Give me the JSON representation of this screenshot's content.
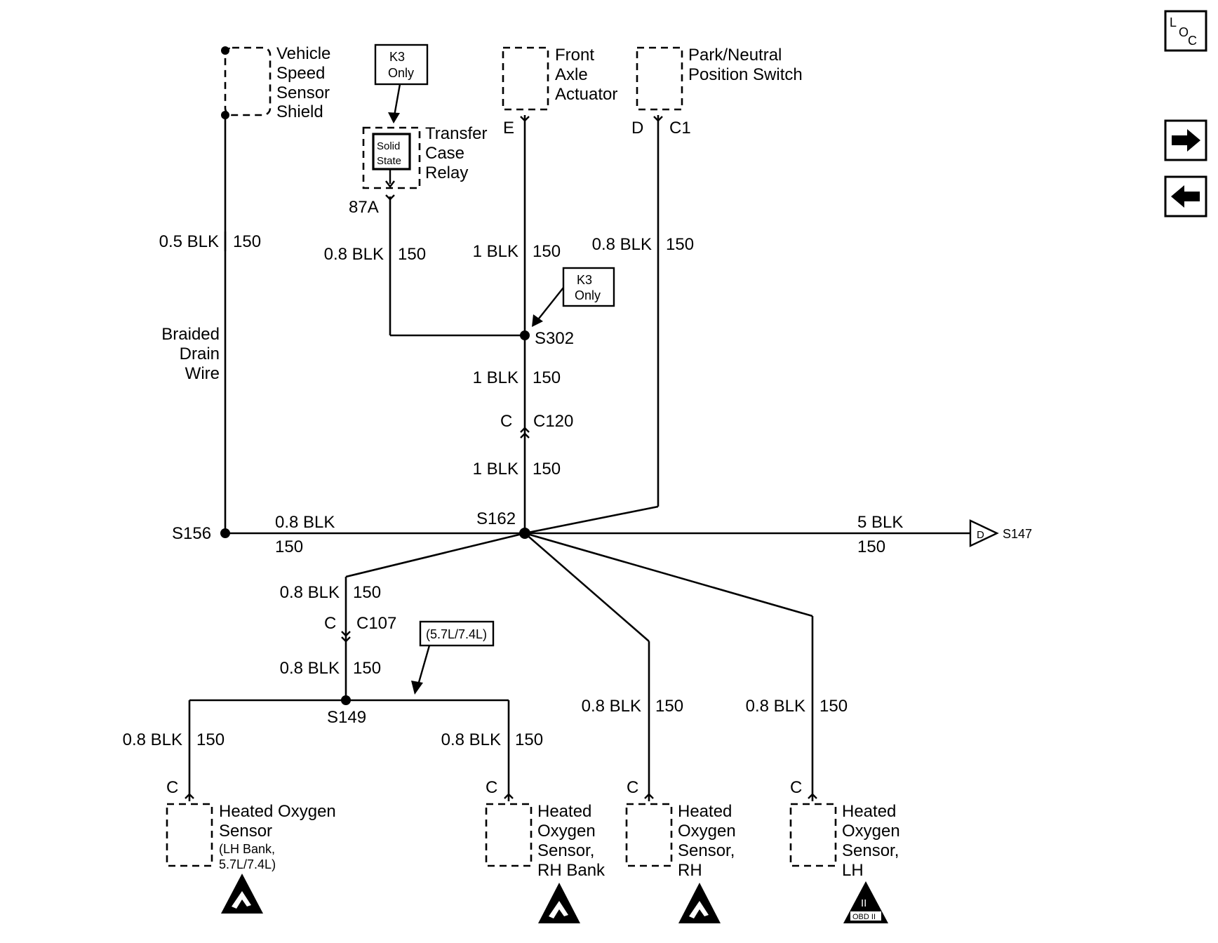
{
  "nav": {
    "loc_l": "L",
    "loc_o": "O",
    "loc_c": "C",
    "next_icon": "arrow-right-icon",
    "prev_icon": "arrow-left-icon"
  },
  "components": {
    "vss_shield": [
      "Vehicle",
      "Speed",
      "Sensor",
      "Shield"
    ],
    "transfer_case_relay": [
      "Transfer",
      "Case",
      "Relay"
    ],
    "solid_state": [
      "Solid",
      "State"
    ],
    "front_axle": [
      "Front",
      "Axle",
      "Actuator"
    ],
    "park_neutral": [
      "Park/Neutral",
      "Position Switch"
    ],
    "ho2s_lh_bank": [
      "Heated Oxygen",
      "Sensor",
      "(LH Bank,",
      "5.7L/7.4L)"
    ],
    "ho2s_rh_bank": [
      "Heated",
      "Oxygen",
      "Sensor,",
      "RH Bank"
    ],
    "ho2s_rh": [
      "Heated",
      "Oxygen",
      "Sensor,",
      "RH"
    ],
    "ho2s_lh": [
      "Heated",
      "Oxygen",
      "Sensor,",
      "LH"
    ],
    "drain_wire": [
      "Braided",
      "Drain",
      "Wire"
    ]
  },
  "notes": {
    "k3_only_1": [
      "K3",
      "Only"
    ],
    "k3_only_2": [
      "K3",
      "Only"
    ],
    "engine_note": "(5.7L/7.4L)"
  },
  "terminals": {
    "t87a": "87A",
    "e": "E",
    "d": "D",
    "c1": "C1",
    "c120_pin": "C",
    "c120": "C120",
    "c107_pin": "C",
    "c107": "C107",
    "c_lhb": "C",
    "c_rhb": "C",
    "c_rh": "C",
    "c_lh": "C",
    "d_s147": "D",
    "s147": "S147"
  },
  "splices": {
    "s156": "S156",
    "s162": "S162",
    "s302": "S302",
    "s149": "S149"
  },
  "wires": {
    "w1": {
      "size": "0.5 BLK",
      "circuit": "150"
    },
    "w2": {
      "size": "0.8 BLK",
      "circuit": "150"
    },
    "w3": {
      "size": "1 BLK",
      "circuit": "150"
    },
    "w4": {
      "size": "0.8 BLK",
      "circuit": "150"
    },
    "w5": {
      "size": "1 BLK",
      "circuit": "150"
    },
    "w6": {
      "size": "1 BLK",
      "circuit": "150"
    },
    "w7": {
      "size": "0.8 BLK",
      "circuit": "150"
    },
    "w8": {
      "size": "5 BLK",
      "circuit": "150"
    },
    "w9": {
      "size": "0.8 BLK",
      "circuit": "150"
    },
    "w10": {
      "size": "0.8 BLK",
      "circuit": "150"
    },
    "w11": {
      "size": "0.8 BLK",
      "circuit": "150"
    },
    "w12": {
      "size": "0.8 BLK",
      "circuit": "150"
    },
    "w13": {
      "size": "0.8 BLK",
      "circuit": "150"
    },
    "w14": {
      "size": "0.8 BLK",
      "circuit": "150"
    }
  },
  "symbols": {
    "esd_icon": "esd-warning-icon",
    "obd_icon": "obd-ii-icon",
    "obd_roman": "II",
    "obd_text": "OBD II"
  }
}
